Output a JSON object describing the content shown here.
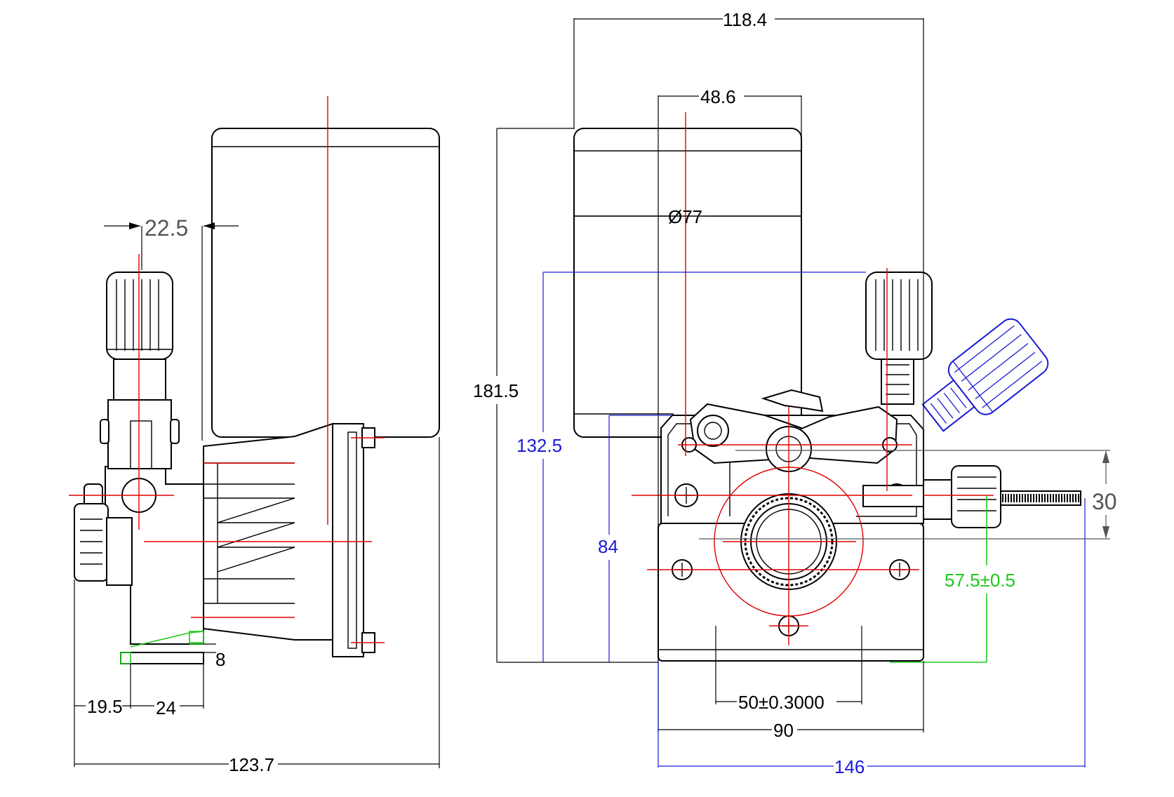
{
  "colors": {
    "outline": "#000000",
    "centerline": "#e00000",
    "blue_dimension": "#1a1ad6",
    "green_dimension": "#1ec81e",
    "gray_dimension": "#555555"
  },
  "side_view": {
    "labels": {
      "offset_top": "22.5",
      "bottom_left": "19.5",
      "bottom_mid": "24",
      "plate_thickness": "8",
      "overall_width": "123.7"
    }
  },
  "front_view": {
    "labels": {
      "overall_width_top": "118.4",
      "motor_width": "48.6",
      "motor_diameter": "Ø77",
      "overall_height": "181.5",
      "height_to_knob": "132.5",
      "height_to_plate": "84",
      "inlet_spacing": "30",
      "inlet_height": "57.5±0.5",
      "hole_spacing": "50±0.3000",
      "plate_width": "90",
      "total_width": "146"
    }
  }
}
